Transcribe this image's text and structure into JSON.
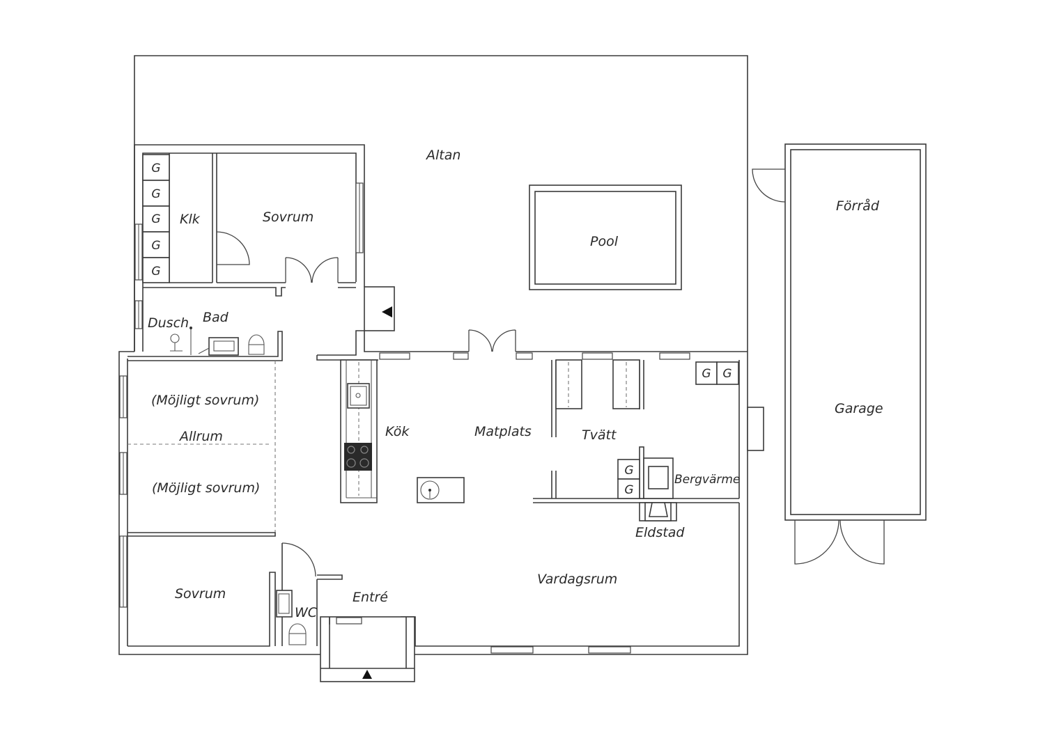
{
  "rooms": {
    "altan": "Altan",
    "pool": "Pool",
    "forrad": "Förråd",
    "garage": "Garage",
    "klk": "Klk",
    "sovrum_top": "Sovrum",
    "dusch": "Dusch",
    "bad": "Bad",
    "mojligt_1": "(Möjligt sovrum)",
    "allrum": "Allrum",
    "mojligt_2": "(Möjligt sovrum)",
    "kok": "Kök",
    "matplats": "Matplats",
    "tvatt": "Tvätt",
    "bergvarme": "Bergvärme",
    "eldstad": "Eldstad",
    "sovrum_bottom": "Sovrum",
    "wc": "WC",
    "entre": "Entré",
    "vardagsrum": "Vardagsrum"
  },
  "wardrobe_letter": "G",
  "icons": [
    "entrance-arrow-icon",
    "door-arc-icon",
    "window-icon",
    "sink-icon",
    "stove-icon",
    "toilet-icon",
    "shower-icon"
  ]
}
